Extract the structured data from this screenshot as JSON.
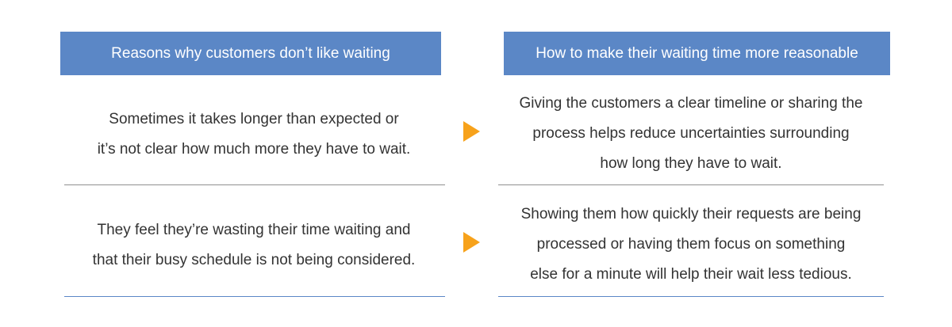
{
  "left_header": "Reasons why customers don’t like waiting",
  "right_header": "How to make their waiting time more reasonable",
  "rows": [
    {
      "reason": [
        "Sometimes it takes longer than expected or",
        "it’s not clear how much more they have to wait."
      ],
      "solution": [
        "Giving the customers a clear timeline or sharing the",
        "process helps reduce uncertainties surrounding",
        "how long they have to wait."
      ]
    },
    {
      "reason": [
        "They feel they’re wasting their time waiting and",
        "that their busy schedule is not being considered."
      ],
      "solution": [
        "Showing them how quickly their requests are being",
        "processed or having them focus on something",
        "else for a minute will help their wait less tedious."
      ]
    }
  ],
  "colors": {
    "header_bg": "#5b87c6",
    "arrow": "#f7a21b",
    "divider_gray": "#8f8f8f",
    "divider_blue": "#5b87c6",
    "text": "#333333"
  }
}
